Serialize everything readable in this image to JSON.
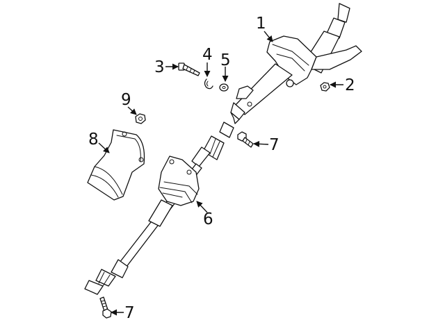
{
  "callouts": {
    "c1": "1",
    "c2": "2",
    "c3": "3",
    "c4": "4",
    "c5": "5",
    "c6": "6",
    "c7a": "7",
    "c7b": "7",
    "c8": "8",
    "c9": "9"
  }
}
